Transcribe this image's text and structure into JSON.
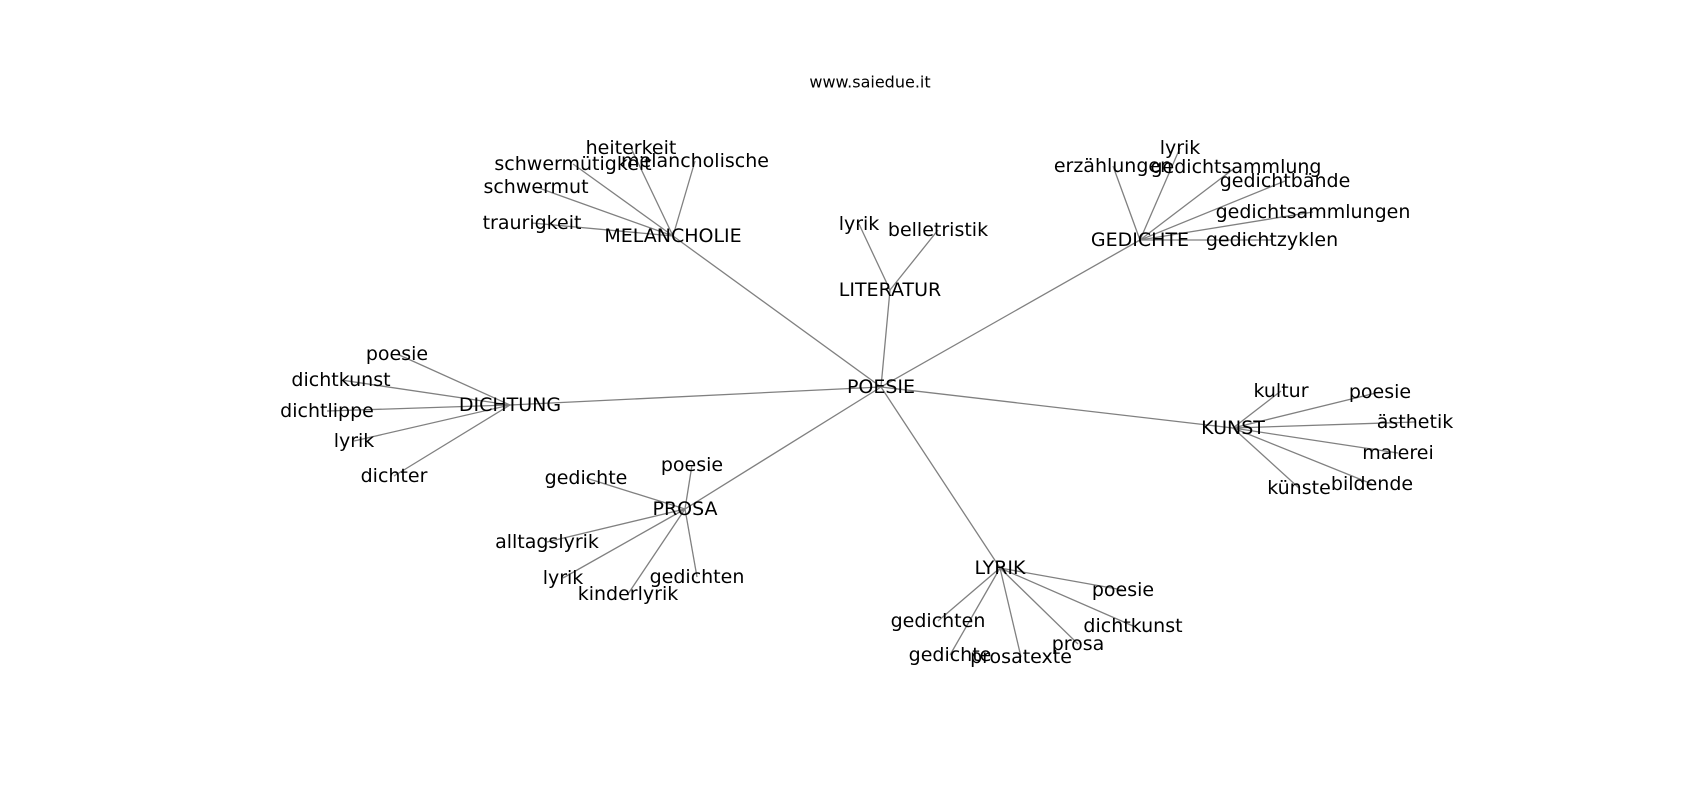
{
  "site": "www.saiedue.it",
  "nodes": [
    {
      "id": "poesie_c",
      "label": "POESIE"
    },
    {
      "id": "literatur",
      "label": "LITERATUR"
    },
    {
      "id": "melancholie",
      "label": "MELANCHOLIE"
    },
    {
      "id": "gedichte_h",
      "label": "GEDICHTE"
    },
    {
      "id": "dichtung",
      "label": "DICHTUNG"
    },
    {
      "id": "kunst",
      "label": "KUNST"
    },
    {
      "id": "prosa_h",
      "label": "PROSA"
    },
    {
      "id": "lyrik_h",
      "label": "LYRIK"
    },
    {
      "id": "lit_lyrik",
      "label": "lyrik"
    },
    {
      "id": "lit_belletristik",
      "label": "belletristik"
    },
    {
      "id": "mel_heiterkeit",
      "label": "heiterkeit"
    },
    {
      "id": "mel_schwermuetigkeit",
      "label": "schwermütigkeit"
    },
    {
      "id": "mel_melancholische",
      "label": "melancholische"
    },
    {
      "id": "mel_schwermut",
      "label": "schwermut"
    },
    {
      "id": "mel_traurigkeit",
      "label": "traurigkeit"
    },
    {
      "id": "ged_lyrik",
      "label": "lyrik"
    },
    {
      "id": "ged_erzaehlungen",
      "label": "erzählungen"
    },
    {
      "id": "ged_gedichtsammlung",
      "label": "gedichtsammlung"
    },
    {
      "id": "ged_gedichtbaende",
      "label": "gedichtbände"
    },
    {
      "id": "ged_gedichtsammlungen",
      "label": "gedichtsammlungen"
    },
    {
      "id": "ged_gedichtzyklen",
      "label": "gedichtzyklen"
    },
    {
      "id": "dich_poesie",
      "label": "poesie"
    },
    {
      "id": "dich_dichtkunst",
      "label": "dichtkunst"
    },
    {
      "id": "dich_dichtlippe",
      "label": "dichtlippe"
    },
    {
      "id": "dich_lyrik",
      "label": "lyrik"
    },
    {
      "id": "dich_dichter",
      "label": "dichter"
    },
    {
      "id": "kun_kultur",
      "label": "kultur"
    },
    {
      "id": "kun_poesie",
      "label": "poesie"
    },
    {
      "id": "kun_aesthetik",
      "label": "ästhetik"
    },
    {
      "id": "kun_malerei",
      "label": "malerei"
    },
    {
      "id": "kun_kuenste",
      "label": "künste"
    },
    {
      "id": "kun_bildende",
      "label": "bildende"
    },
    {
      "id": "pro_gedichte",
      "label": "gedichte"
    },
    {
      "id": "pro_poesie",
      "label": "poesie"
    },
    {
      "id": "pro_alltagslyrik",
      "label": "alltagslyrik"
    },
    {
      "id": "pro_lyrik",
      "label": "lyrik"
    },
    {
      "id": "pro_gedichten",
      "label": "gedichten"
    },
    {
      "id": "pro_kinderlyrik",
      "label": "kinderlyrik"
    },
    {
      "id": "lyr_poesie",
      "label": "poesie"
    },
    {
      "id": "lyr_dichtkunst",
      "label": "dichtkunst"
    },
    {
      "id": "lyr_gedichten",
      "label": "gedichten"
    },
    {
      "id": "lyr_prosa",
      "label": "prosa"
    },
    {
      "id": "lyr_gedichte",
      "label": "gedichte"
    },
    {
      "id": "lyr_prosatexte",
      "label": "prosatexte"
    }
  ],
  "edges": [
    [
      "poesie_c",
      "literatur"
    ],
    [
      "poesie_c",
      "melancholie"
    ],
    [
      "poesie_c",
      "gedichte_h"
    ],
    [
      "poesie_c",
      "dichtung"
    ],
    [
      "poesie_c",
      "kunst"
    ],
    [
      "poesie_c",
      "prosa_h"
    ],
    [
      "poesie_c",
      "lyrik_h"
    ],
    [
      "literatur",
      "lit_lyrik"
    ],
    [
      "literatur",
      "lit_belletristik"
    ],
    [
      "melancholie",
      "mel_heiterkeit"
    ],
    [
      "melancholie",
      "mel_schwermuetigkeit"
    ],
    [
      "melancholie",
      "mel_melancholische"
    ],
    [
      "melancholie",
      "mel_schwermut"
    ],
    [
      "melancholie",
      "mel_traurigkeit"
    ],
    [
      "gedichte_h",
      "ged_lyrik"
    ],
    [
      "gedichte_h",
      "ged_erzaehlungen"
    ],
    [
      "gedichte_h",
      "ged_gedichtsammlung"
    ],
    [
      "gedichte_h",
      "ged_gedichtbaende"
    ],
    [
      "gedichte_h",
      "ged_gedichtsammlungen"
    ],
    [
      "gedichte_h",
      "ged_gedichtzyklen"
    ],
    [
      "dichtung",
      "dich_poesie"
    ],
    [
      "dichtung",
      "dich_dichtkunst"
    ],
    [
      "dichtung",
      "dich_dichtlippe"
    ],
    [
      "dichtung",
      "dich_lyrik"
    ],
    [
      "dichtung",
      "dich_dichter"
    ],
    [
      "kunst",
      "kun_kultur"
    ],
    [
      "kunst",
      "kun_poesie"
    ],
    [
      "kunst",
      "kun_aesthetik"
    ],
    [
      "kunst",
      "kun_malerei"
    ],
    [
      "kunst",
      "kun_kuenste"
    ],
    [
      "kunst",
      "kun_bildende"
    ],
    [
      "prosa_h",
      "pro_gedichte"
    ],
    [
      "prosa_h",
      "pro_poesie"
    ],
    [
      "prosa_h",
      "pro_alltagslyrik"
    ],
    [
      "prosa_h",
      "pro_lyrik"
    ],
    [
      "prosa_h",
      "pro_gedichten"
    ],
    [
      "prosa_h",
      "pro_kinderlyrik"
    ],
    [
      "lyrik_h",
      "lyr_poesie"
    ],
    [
      "lyrik_h",
      "lyr_dichtkunst"
    ],
    [
      "lyrik_h",
      "lyr_gedichten"
    ],
    [
      "lyrik_h",
      "lyr_prosa"
    ],
    [
      "lyrik_h",
      "lyr_gedichte"
    ],
    [
      "lyrik_h",
      "lyr_prosatexte"
    ]
  ],
  "colors": {
    "edge": "#808080",
    "text": "#000000",
    "background": "#ffffff"
  }
}
